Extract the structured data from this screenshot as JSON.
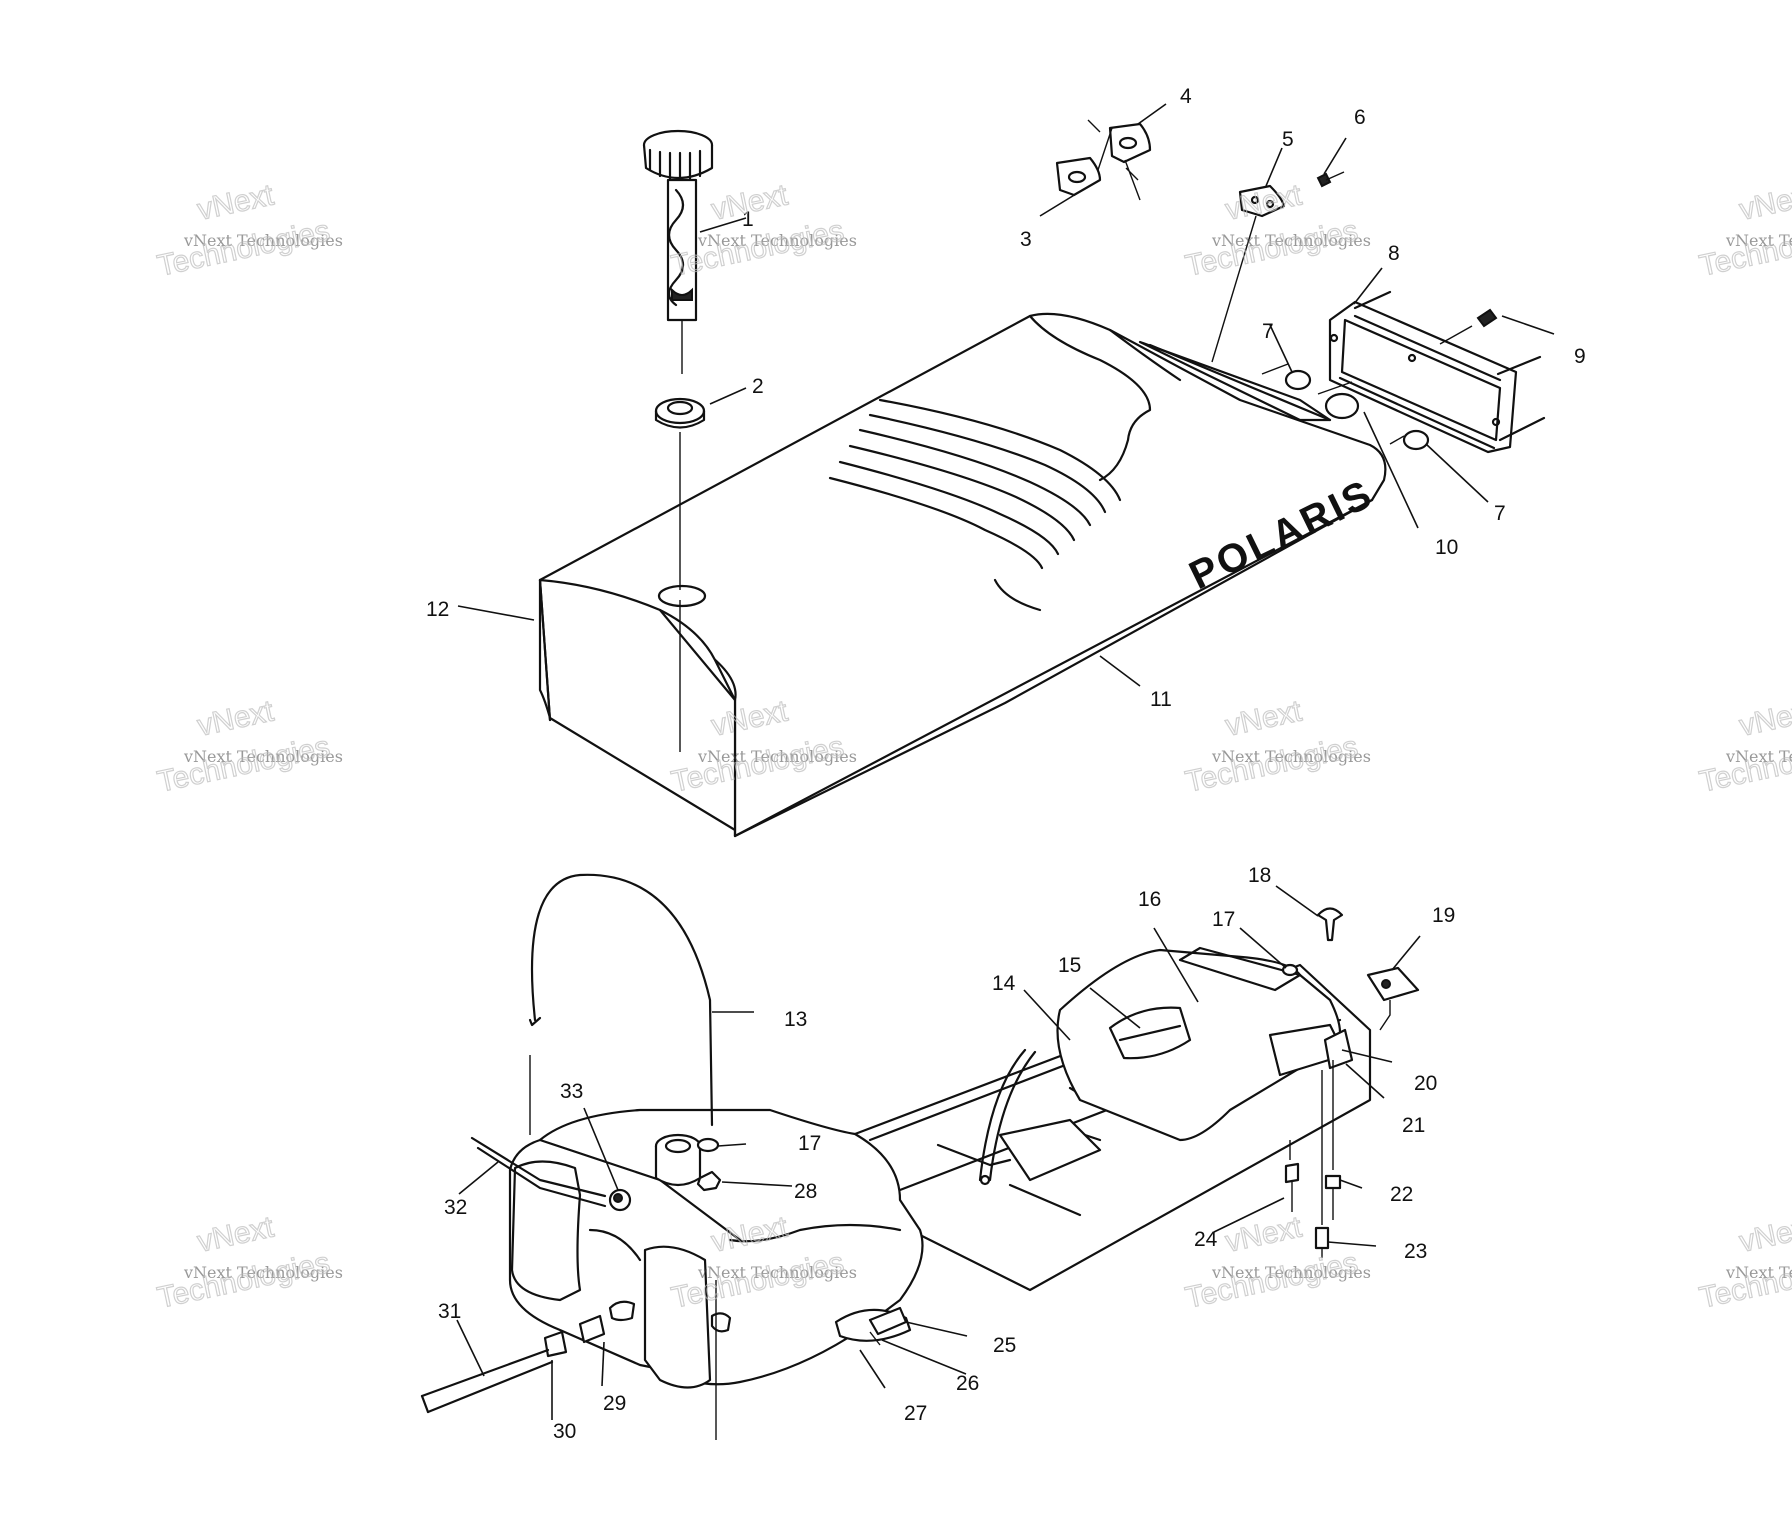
{
  "diagram": {
    "brand_text": "POLARIS",
    "callouts": [
      "1",
      "2",
      "3",
      "4",
      "5",
      "6",
      "7",
      "8",
      "9",
      "10",
      "11",
      "12",
      "13",
      "14",
      "15",
      "16",
      "17",
      "18",
      "19",
      "20",
      "21",
      "22",
      "23",
      "24",
      "25",
      "26",
      "27",
      "28",
      "29",
      "30",
      "31",
      "32",
      "33"
    ],
    "repeat_callouts": {
      "7b": "7",
      "17b": "17"
    },
    "watermark": {
      "line1": "vNext",
      "line2": "vNext Technologies",
      "line3": "Technologies"
    }
  }
}
